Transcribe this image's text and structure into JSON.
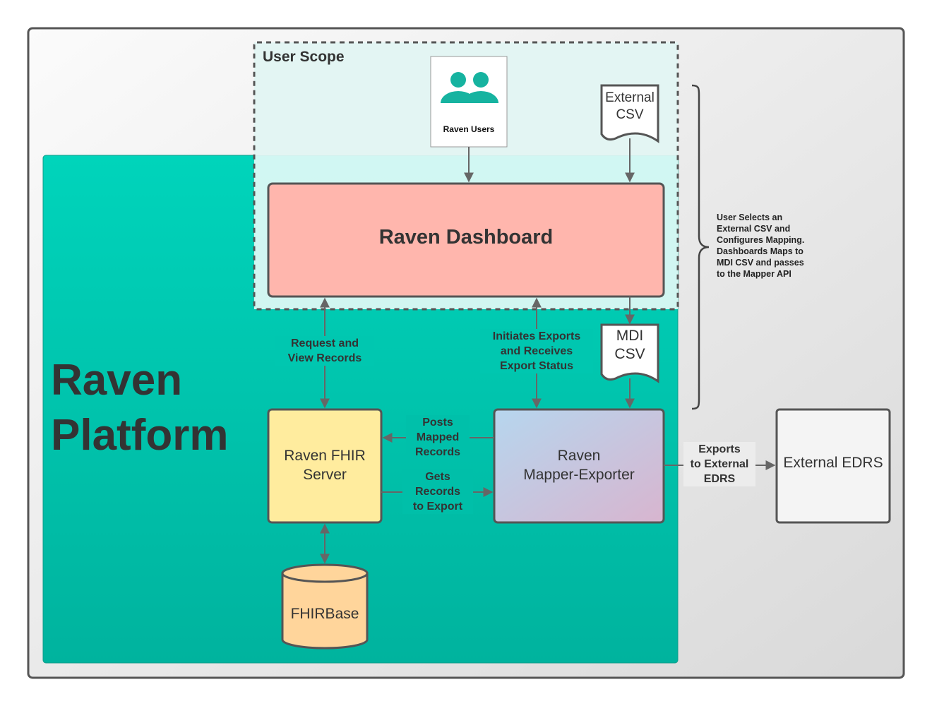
{
  "platform": {
    "title_line1": "Raven",
    "title_line2": "Platform"
  },
  "user_scope": {
    "title": "User Scope"
  },
  "nodes": {
    "raven_users": "Raven Users",
    "external_csv": "External\nCSV",
    "dashboard": "Raven Dashboard",
    "mdi_csv": "MDI\nCSV",
    "fhir_server": "Raven FHIR\nServer",
    "mapper_exporter": "Raven\nMapper-Exporter",
    "fhirbase": "FHIRBase",
    "external_edrs": "External EDRS"
  },
  "edge_labels": {
    "request_view": "Request and\nView Records",
    "initiates_exports": "Initiates Exports\nand Receives\nExport Status",
    "posts_mapped": "Posts\nMapped\nRecords",
    "gets_records": "Gets\nRecords\nto Export",
    "exports_edrs": "Exports\nto External\nEDRS"
  },
  "brace_note": "User Selects an\nExternal CSV and\nConfigures Mapping.\nDashboards Maps to\nMDI CSV and passes\nto the Mapper API",
  "colors": {
    "platform": "#00c9b1",
    "user_scope": "#e3f5f3",
    "dashboard": "#ffb6ad",
    "fhir_server": "#ffec9e",
    "mapper_top": "#b6d6ee",
    "mapper_bottom": "#d8b7d0",
    "fhirbase": "#ffd59b",
    "edrs": "#f4f4f4",
    "icon": "#16b3a0",
    "arrow": "#666666"
  }
}
